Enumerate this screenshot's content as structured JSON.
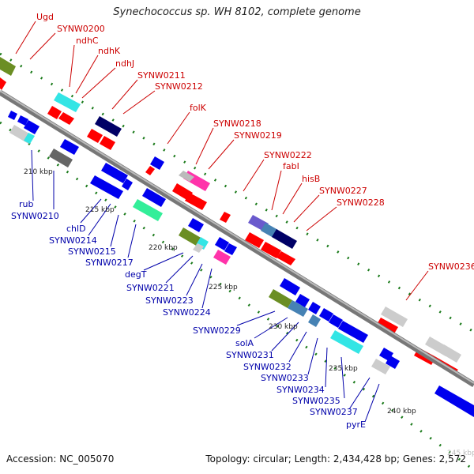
{
  "title": "Synechococcus sp. WH 8102, complete genome",
  "footer": {
    "accession": "Accession: NC_005070",
    "info": "Topology: circular; Length: 2,434,428 bp; Genes: 2,572"
  },
  "colors": {
    "label_top": "#cc0000",
    "label_bottom": "#0000aa",
    "backbone": "#999999",
    "tick": "#1a7a1a"
  },
  "kbp_labels": [
    "210 kbp",
    "215 kbp",
    "220 kbp",
    "225 kbp",
    "230 kbp",
    "235 kbp",
    "240 kbp",
    "245 kbp"
  ],
  "top_labels": [
    "Ugd",
    "SYNW0200",
    "ndhC",
    "ndhK",
    "ndhJ",
    "SYNW0211",
    "SYNW0212",
    "folK",
    "SYNW0218",
    "SYNW0219",
    "SYNW0222",
    "fabI",
    "hisB",
    "SYNW0227",
    "SYNW0228",
    "SYNW0236"
  ],
  "bottom_labels": [
    "rub",
    "SYNW0210",
    "chlD",
    "SYNW0214",
    "SYNW0215",
    "SYNW0217",
    "degT",
    "SYNW0221",
    "SYNW0223",
    "SYNW0224",
    "SYNW0229",
    "solA",
    "SYNW0231",
    "SYNW0232",
    "SYNW0233",
    "SYNW0234",
    "SYNW0235",
    "SYNW0237",
    "pyrE"
  ]
}
